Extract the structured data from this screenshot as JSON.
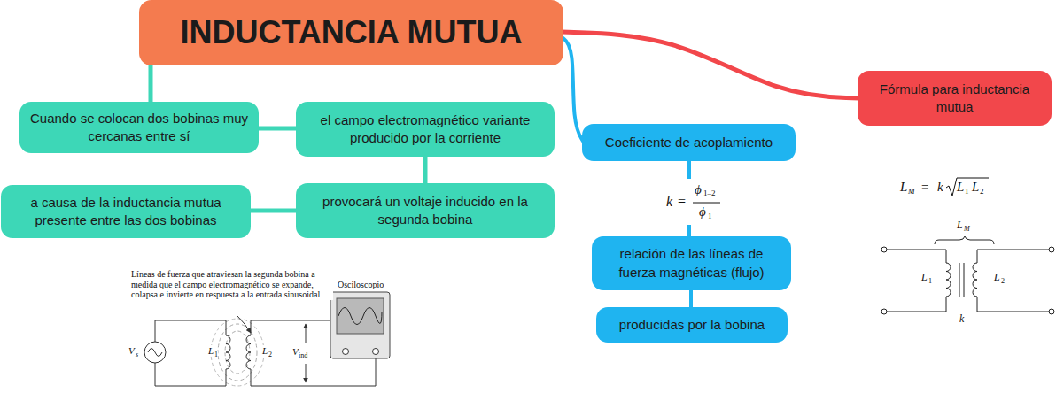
{
  "diagram": {
    "nodes": [
      {
        "text": [
          "INDUCTANCIA MUTUA"
        ]
      },
      {
        "text": [
          "Cuando se colocan dos bobinas muy cercanas entre sí"
        ]
      },
      {
        "text": [
          "el campo electromagnético variante producido por la corriente"
        ]
      },
      {
        "text": [
          "provocará un voltaje inducido en la segunda bobina"
        ]
      },
      {
        "text": [
          "a causa de la inductancia mutua presente entre las dos bobinas"
        ]
      },
      {
        "text": [
          "Coeficiente de acoplamiento"
        ]
      },
      {
        "text": [
          "relación de las líneas de fuerza magnéticas (flujo)"
        ]
      },
      {
        "text": [
          "producidas por la bobina"
        ]
      },
      {
        "text": [
          "Fórmula para inductancia mutua"
        ]
      }
    ],
    "edges": [
      {
        "from": 0,
        "to": 1,
        "arrow": "none"
      },
      {
        "from": 1,
        "to": 2,
        "arrow": "none"
      },
      {
        "from": 2,
        "to": 3,
        "arrow": "none"
      },
      {
        "from": 3,
        "to": 4,
        "arrow": "none"
      },
      {
        "from": 0,
        "to": 5,
        "arrow": "none"
      },
      {
        "from": 5,
        "to": 6,
        "arrow": "none"
      },
      {
        "from": 6,
        "to": 7,
        "arrow": "none"
      },
      {
        "from": 0,
        "to": 8,
        "arrow": "none"
      }
    ],
    "labels": [
      "k",
      "=",
      "ϕ",
      "1–2",
      "ϕ",
      "1",
      "L",
      "M",
      "=",
      "k",
      "L",
      "1",
      "L",
      "2",
      "L",
      "M",
      "L",
      "1",
      "L",
      "2",
      "k",
      "Líneas de fuerza que atraviesan la segunda bobina a medida que el campo electromagnético se expande, colapsa e invierte en respuesta a la entrada sinusoidal",
      "Osciloscopio",
      "V",
      "s",
      "L",
      "1",
      "L",
      "2",
      "V",
      "ind"
    ]
  }
}
